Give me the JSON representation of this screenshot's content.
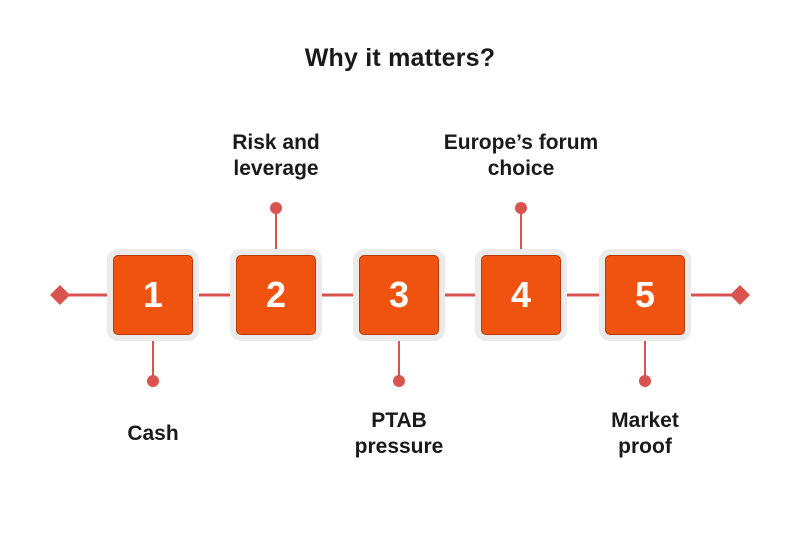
{
  "title": "Why it matters?",
  "colors": {
    "accent": "#f0530f",
    "connector": "#d9534f",
    "text": "#1a1a1a"
  },
  "steps": [
    {
      "number": "1",
      "label": "Cash",
      "position": "below"
    },
    {
      "number": "2",
      "label": "Risk and\nleverage",
      "position": "above"
    },
    {
      "number": "3",
      "label": "PTAB\npressure",
      "position": "below"
    },
    {
      "number": "4",
      "label": "Europe’s forum\nchoice",
      "position": "above"
    },
    {
      "number": "5",
      "label": "Market\nproof",
      "position": "below"
    }
  ]
}
